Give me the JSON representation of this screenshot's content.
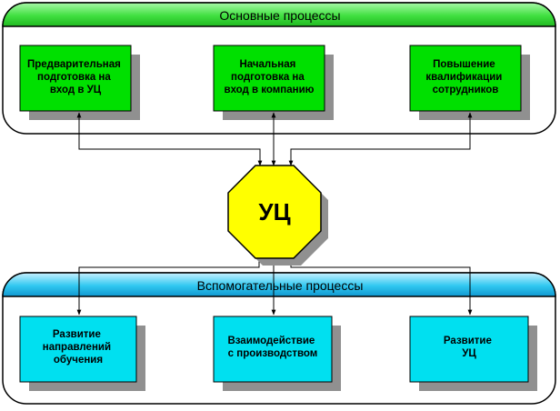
{
  "main_group": {
    "title": "Основные процессы",
    "boxes": [
      [
        "Предварительная",
        "подготовка на",
        "вход в УЦ"
      ],
      [
        "Начальная",
        "подготовка на",
        "вход в компанию"
      ],
      [
        "Повышение",
        "квалификации",
        "сотрудников"
      ]
    ]
  },
  "center": {
    "label": "УЦ"
  },
  "support_group": {
    "title": "Вспомогательные процессы",
    "boxes": [
      [
        "Развитие",
        "направлений",
        "обучения"
      ],
      [
        "Взаимодействие",
        "с производством"
      ],
      [
        "Развитие",
        "УЦ"
      ]
    ]
  },
  "colors": {
    "main_box": "#00e000",
    "support_box": "#00e0f0",
    "header_green": "#40e040",
    "header_blue": "#30c8f0",
    "center_fill": "#ffff00",
    "shadow": "#909090"
  }
}
